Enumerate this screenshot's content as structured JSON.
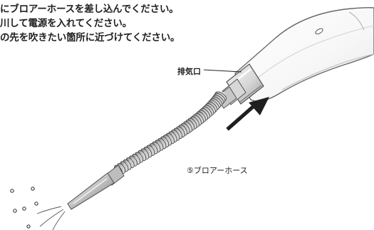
{
  "instructions": [
    {
      "text": "にブロアーホースを差し込んでください。"
    },
    {
      "text": "川して電源を入れてください。"
    },
    {
      "text": "の先を吹きたい箇所に近づけてください。"
    }
  ],
  "labels": {
    "exhaust": "排気口",
    "hose": "⑤ブロアーホース"
  }
}
